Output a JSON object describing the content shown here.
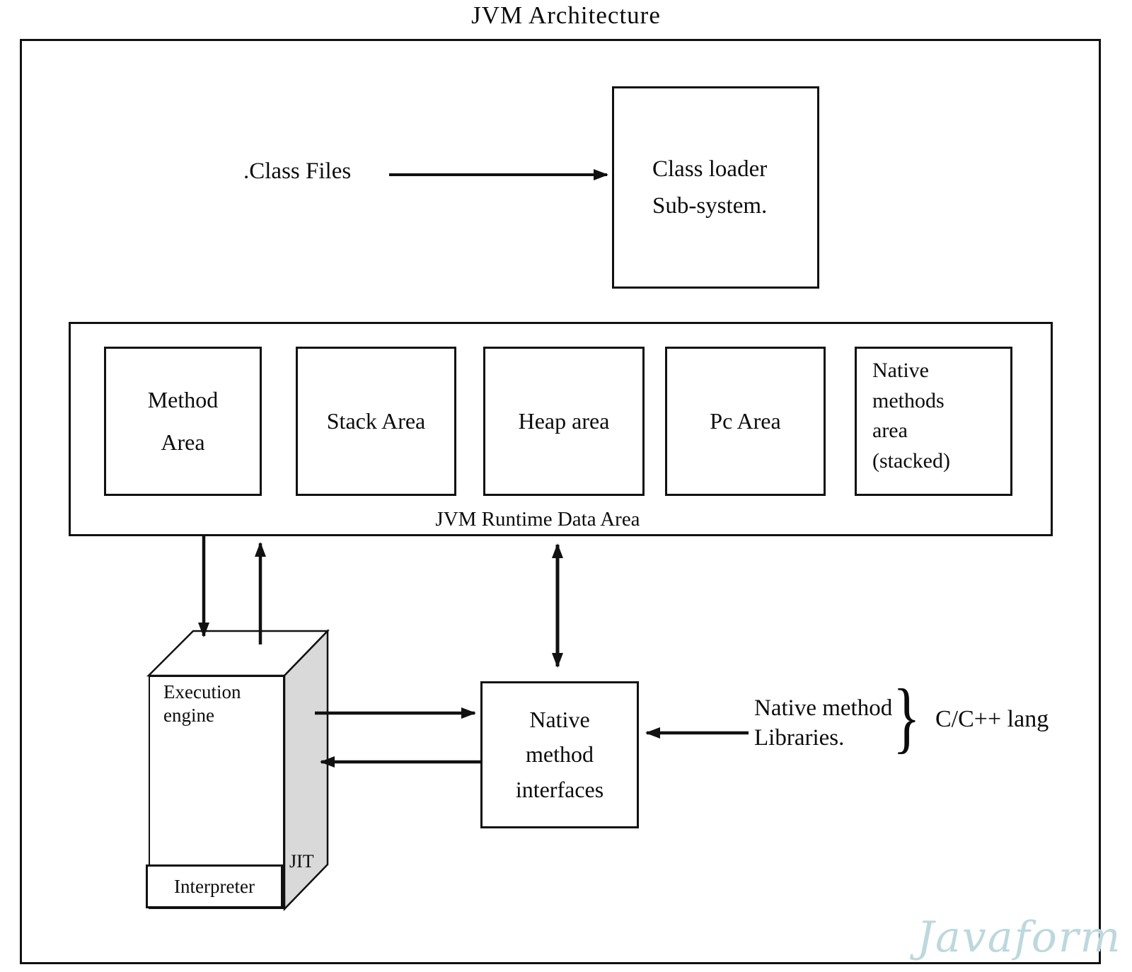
{
  "title": "JVM Architecture",
  "colors": {
    "line": "#111111",
    "box_side_fill": "#d9d9d9",
    "watermark": "#bdd8de"
  },
  "class_files": {
    "label": ".Class Files"
  },
  "class_loader": {
    "line1": "Class loader",
    "line2": "Sub-system."
  },
  "runtime": {
    "label": "JVM Runtime Data Area",
    "boxes": [
      {
        "label": "Method Area"
      },
      {
        "label": "Stack Area"
      },
      {
        "label": "Heap area"
      },
      {
        "label": "Pc Area"
      },
      {
        "label": "Native methods area (stacked)"
      }
    ]
  },
  "execution_engine": {
    "label": "Execution engine",
    "jit": "JIT",
    "interpreter": "Interpreter"
  },
  "native_interfaces": {
    "label": "Native method interfaces"
  },
  "native_libraries": {
    "line1": "Native method",
    "line2": "Libraries.",
    "brace": "}",
    "lang": "C/C++ lang"
  },
  "watermark": "Javaform"
}
